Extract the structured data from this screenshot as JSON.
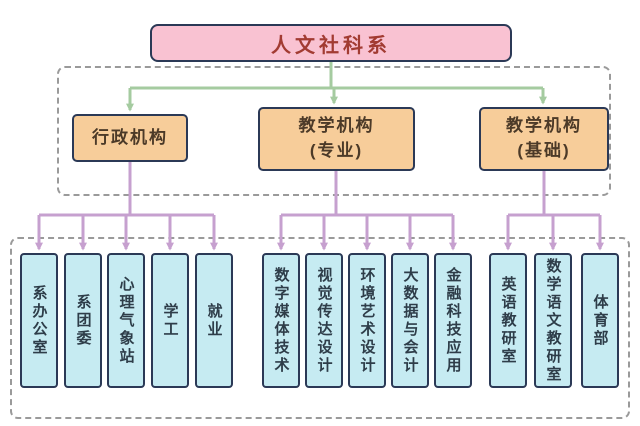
{
  "diagram": {
    "root": {
      "label": "人文社科系"
    },
    "branches": [
      {
        "label": "行政机构",
        "label_lines": [
          "行政机构"
        ],
        "children": [
          "系办公室",
          "系团委",
          "心理气象站",
          "学工",
          "就业"
        ]
      },
      {
        "label": "教学机构(专业)",
        "label_lines": [
          "教学机构",
          "(专业)"
        ],
        "children": [
          "数字媒体技术",
          "视觉传达设计",
          "环境艺术设计",
          "大数据与会计",
          "金融科技应用"
        ]
      },
      {
        "label": "教学机构(基础)",
        "label_lines": [
          "教学机构",
          "(基础)"
        ],
        "children": [
          "英语教研室",
          "数学语文教研室",
          "体育部"
        ]
      }
    ],
    "colors": {
      "root_fill": "#f9c2d2",
      "branch_fill": "#f7cd9a",
      "leaf_fill": "#c6ebf2",
      "box_border": "#2b3956",
      "root_text": "#a23b32",
      "branch_text": "#4c3a28",
      "leaf_text": "#2e3d49",
      "connector_level1": "#a5cba0",
      "connector_level2": "#c6a0cf",
      "frame_border": "#9a9a9a"
    }
  }
}
